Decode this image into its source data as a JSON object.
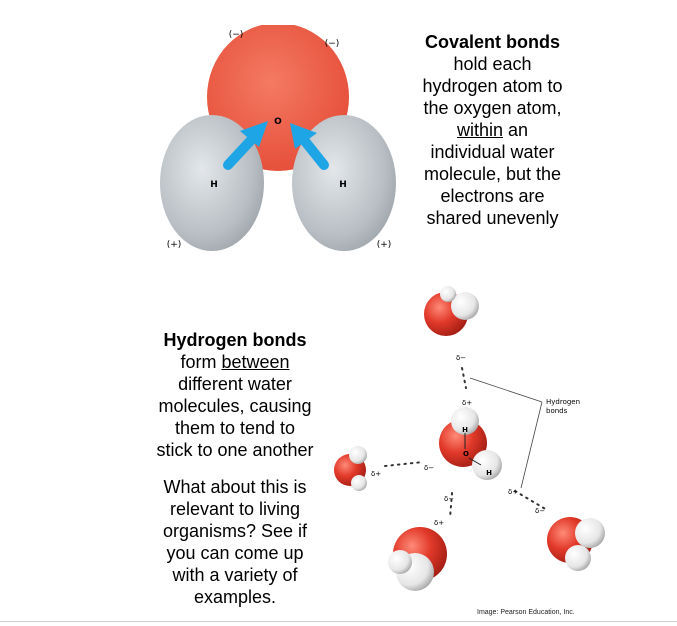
{
  "molecule": {
    "oxygen_label": "O",
    "hydrogen_left_label": "H",
    "hydrogen_right_label": "H",
    "charge_neg_left": "(−)",
    "charge_neg_right": "(−)",
    "charge_pos_left": "(+)",
    "charge_pos_right": "(+)",
    "colors": {
      "oxygen": "#ec5a44",
      "hydrogen": "#b8bec3",
      "arrow": "#1ea5e6"
    }
  },
  "covalent": {
    "bold": "Covalent bonds",
    "line_1": "hold each",
    "line_2": "hydrogen atom to",
    "line_3": "the oxygen atom,",
    "line_4_underline": "within",
    "line_4_rest": " an",
    "line_5": "individual water",
    "line_6": "molecule, but the",
    "line_7": "electrons are",
    "line_8": "shared unevenly"
  },
  "hydrogen": {
    "bold": "Hydrogen bonds",
    "line_1_pre": "form ",
    "line_1_underline": "between",
    "line_2": "different water",
    "line_3": "molecules, causing",
    "line_4": "them to tend to",
    "line_5": "stick to one another"
  },
  "question": {
    "line_1": "What about this is",
    "line_2": "relevant to living",
    "line_3": "organisms?  See if",
    "line_4": "you can come up",
    "line_5": "with a variety of",
    "line_6": "examples."
  },
  "network": {
    "hbond_label_1": "Hydrogen",
    "hbond_label_2": "bonds",
    "delta_minus": "δ−",
    "delta_plus": "δ+",
    "center_h_top": "H",
    "center_o": "O",
    "center_h_right": "H"
  },
  "credit": "Image:  Pearson Education, Inc."
}
